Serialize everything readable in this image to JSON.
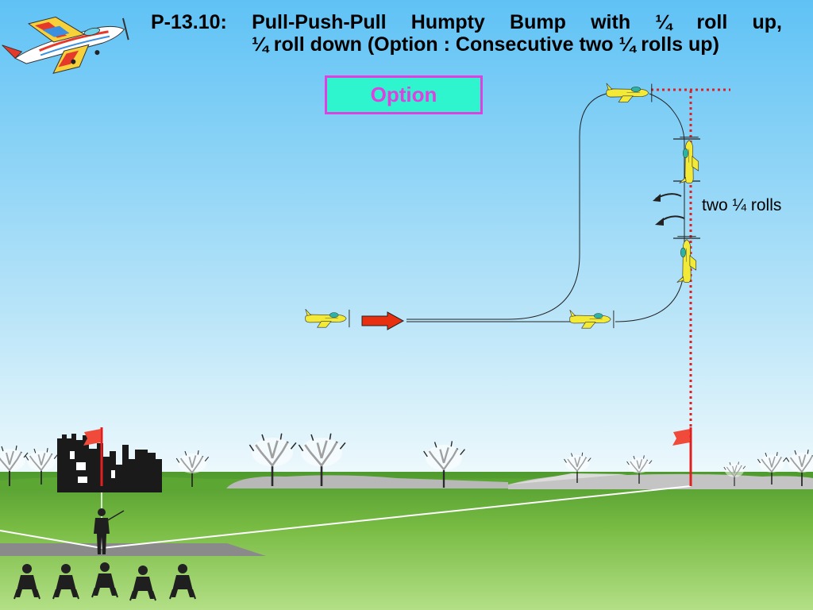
{
  "title": {
    "line1": "P-13.10: Pull-Push-Pull Humpty Bump with ¼ roll up,",
    "line2": "¼ roll down (Option : Consecutive two ¼ rolls up)"
  },
  "option_label": "Option",
  "annotation": "two ¼ rolls",
  "colors": {
    "sky_top": "#5fc2f5",
    "sky_bottom": "#e6f6fb",
    "grass": "#73b93c",
    "option_fill": "#2ff5cf",
    "option_border": "#e040e0",
    "guide_line": "#e02020",
    "entry_arrow": "#e83010",
    "plane": "#f2ea36"
  },
  "icons": [
    "logo-plane-icon",
    "model-plane-icon",
    "entry-arrow-icon",
    "roll-arrow-icon",
    "flag-icon",
    "tree-icon",
    "castle-icon",
    "pilot-icon",
    "spectator-icon"
  ]
}
